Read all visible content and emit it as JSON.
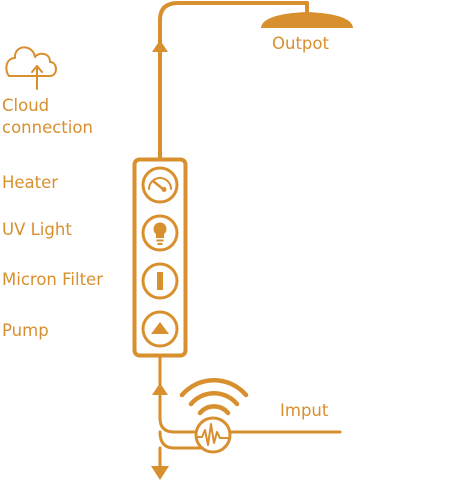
{
  "theme": {
    "accent": "#d88f2e",
    "background": "#ffffff"
  },
  "labels": {
    "output": "Outpot",
    "cloud": "Cloud\nconnection",
    "heater": "Heater",
    "uv_light": "UV Light",
    "micron_filter": "Micron Filter",
    "pump": "Pump",
    "input": "Imput"
  },
  "icons": {
    "cloud": "cloud-upload-icon",
    "heater": "gauge-icon",
    "uv_light": "lightbulb-icon",
    "micron_filter": "filter-cartridge-icon",
    "pump": "triangle-up-icon",
    "sensor": "wireless-signal-icon",
    "meter": "waveform-meter-icon",
    "outlet": "shower-head-icon"
  }
}
